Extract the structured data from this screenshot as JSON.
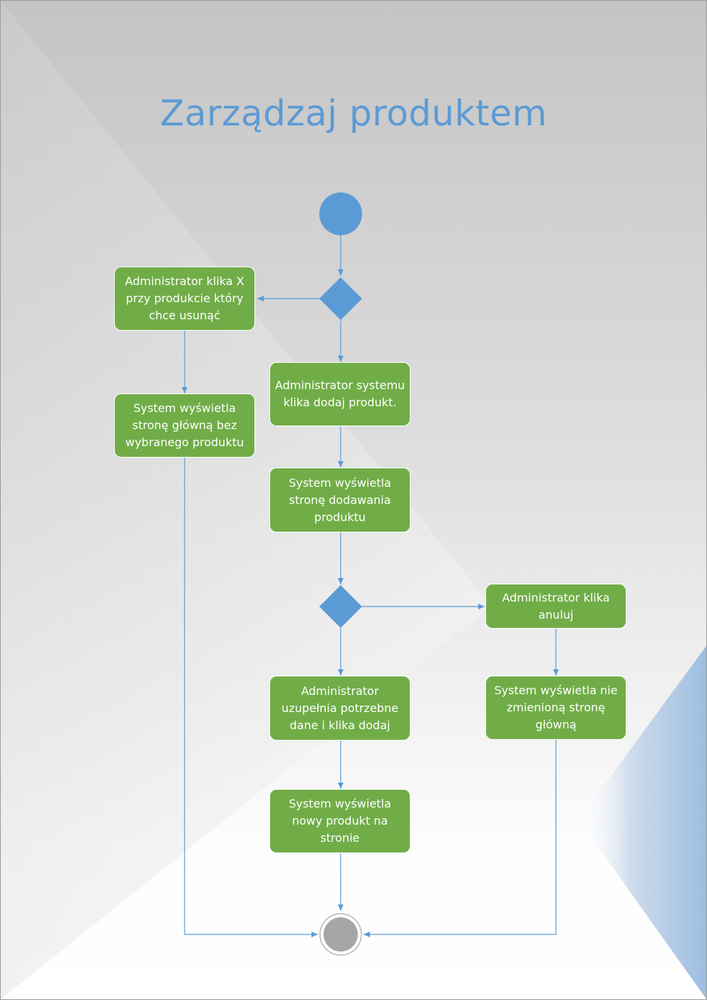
{
  "title": "Zarządzaj produktem",
  "colors": {
    "accent": "#5B9BD5",
    "node": "#70AD47",
    "end": "#A6A6A6"
  },
  "nodes": {
    "delete_click": "Administrator klika X przy produkcie który chce usunąć",
    "delete_result": "System wyświetla stronę główną bez wybranego produktu",
    "add_click": "Administrator systemu klika dodaj produkt.",
    "add_page": "System wyświetla stronę dodawania produktu",
    "cancel_click": "Administrator klika anuluj",
    "cancel_result": "System wyświetla nie zmienioną stronę główną",
    "fill_data": "Administrator uzupełnia potrzebne dane i klika dodaj",
    "add_result": "System wyświetla nowy produkt na stronie"
  }
}
